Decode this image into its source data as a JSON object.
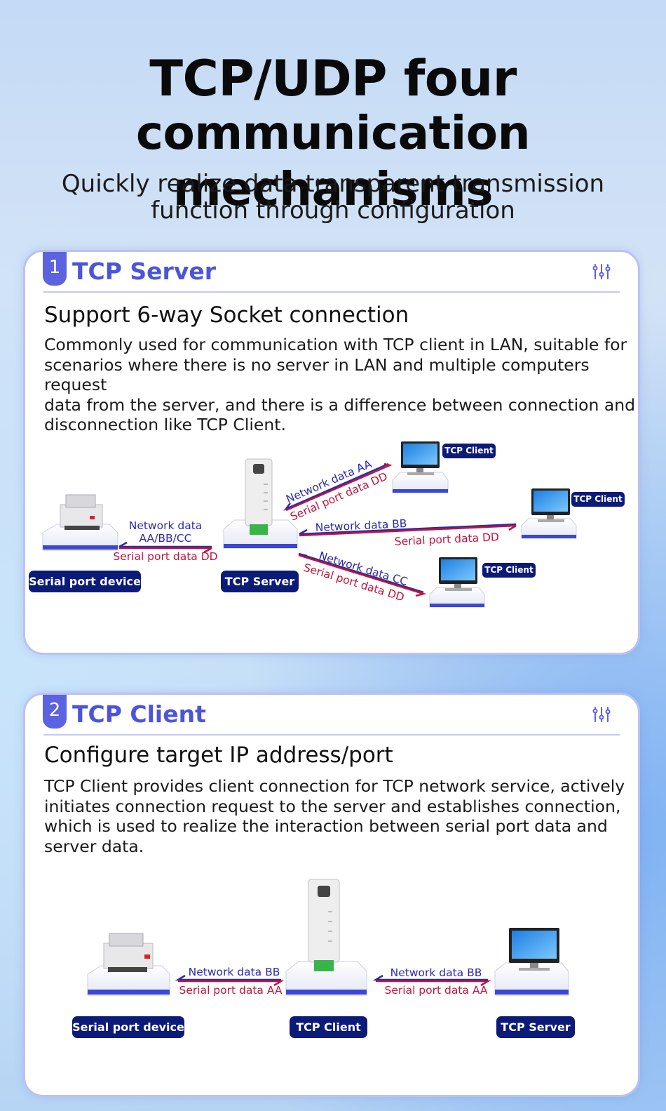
{
  "header": {
    "title_line1": "TCP/UDP four",
    "title_line2": "communication mechanisms",
    "subtitle_line1": "Quickly realize data transparent transmission",
    "subtitle_line2": "function through configuration"
  },
  "sections": [
    {
      "number": "1",
      "title": "TCP Server",
      "heading": "Support 6-way Socket connection",
      "paragraph_lines": [
        "Commonly used for communication with TCP client in LAN, suitable for",
        "scenarios where there is no server in LAN and multiple computers request",
        "data from the server, and there is a difference between connection and",
        "disconnection like TCP Client."
      ],
      "diagram": {
        "labels": [
          "Serial port device",
          "TCP Server",
          "TCP Client",
          "TCP Client",
          "TCP Client"
        ],
        "left_link": {
          "network": [
            "Network data",
            "AA/BB/CC"
          ],
          "serial": "Serial port data DD"
        },
        "links": [
          {
            "network": "Network data AA",
            "serial": "Serial port data DD"
          },
          {
            "network": "Network data BB",
            "serial": "Serial port data DD"
          },
          {
            "network": "Network data CC",
            "serial": "Serial port data DD"
          }
        ]
      }
    },
    {
      "number": "2",
      "title": "TCP Client",
      "heading": "Configure target IP address/port",
      "paragraph_lines": [
        "TCP Client provides client connection for TCP network service, actively",
        "initiates connection request to the server and establishes connection,",
        "which is used to realize the interaction between serial port data and",
        "server data."
      ],
      "diagram": {
        "labels": [
          "Serial port device",
          "TCP Client",
          "TCP Server"
        ],
        "links": [
          {
            "network": "Network data BB",
            "serial": "Serial port data AA"
          },
          {
            "network": "Network data BB",
            "serial": "Serial port data AA"
          }
        ]
      }
    }
  ],
  "colors": {
    "accent": "#5b63e0",
    "section_title": "#4b55d9",
    "label_bg": "#0c1a78",
    "network_text": "#2c2aa8",
    "serial_text": "#c0143c"
  },
  "icons": [
    "settings-sliders-icon",
    "printer-device-icon",
    "gateway-module-icon",
    "computer-icon"
  ]
}
